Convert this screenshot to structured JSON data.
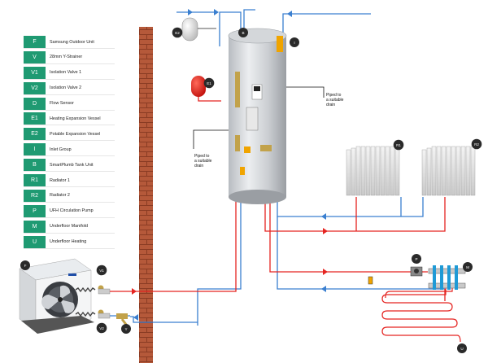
{
  "legend": [
    {
      "code": "F",
      "label": "Samsung Outdoor Unit"
    },
    {
      "code": "V",
      "label": "28mm Y-Strainer"
    },
    {
      "code": "V1",
      "label": "Isolation Valve 1"
    },
    {
      "code": "V2",
      "label": "Isolation Valve 2"
    },
    {
      "code": "D",
      "label": "Flow Sensor"
    },
    {
      "code": "E1",
      "label": "Heating Expansion Vessel"
    },
    {
      "code": "E2",
      "label": "Potable Expansion Vessel"
    },
    {
      "code": "I",
      "label": "Inlet Group"
    },
    {
      "code": "B",
      "label": "SmartPlumb Tank Unit"
    },
    {
      "code": "R1",
      "label": "Radiator 1"
    },
    {
      "code": "R2",
      "label": "Radiator 2"
    },
    {
      "code": "P",
      "label": "UFH Circulation Pump"
    },
    {
      "code": "M",
      "label": "Underfloor Manifold"
    },
    {
      "code": "U",
      "label": "Underfloor Heating"
    }
  ],
  "callouts": {
    "drain_right": [
      "Piped to",
      "a suitable",
      "drain"
    ],
    "drain_left": [
      "Piped to",
      "a suitable",
      "drain"
    ]
  },
  "markers": {
    "e2": "E2",
    "b": "B",
    "i": "I",
    "e1": "E1",
    "r1": "R1",
    "r2": "R2",
    "p": "P",
    "m": "M",
    "u": "U",
    "f": "F",
    "v1": "V1",
    "v2": "V2",
    "y": "Y"
  },
  "colors": {
    "legend_code_bg": "#1f9a72",
    "hot_pipe": "#e52421",
    "cold_pipe": "#3a7fd0",
    "marker_bg": "#2a2a2a",
    "brick": "#b5593a"
  }
}
